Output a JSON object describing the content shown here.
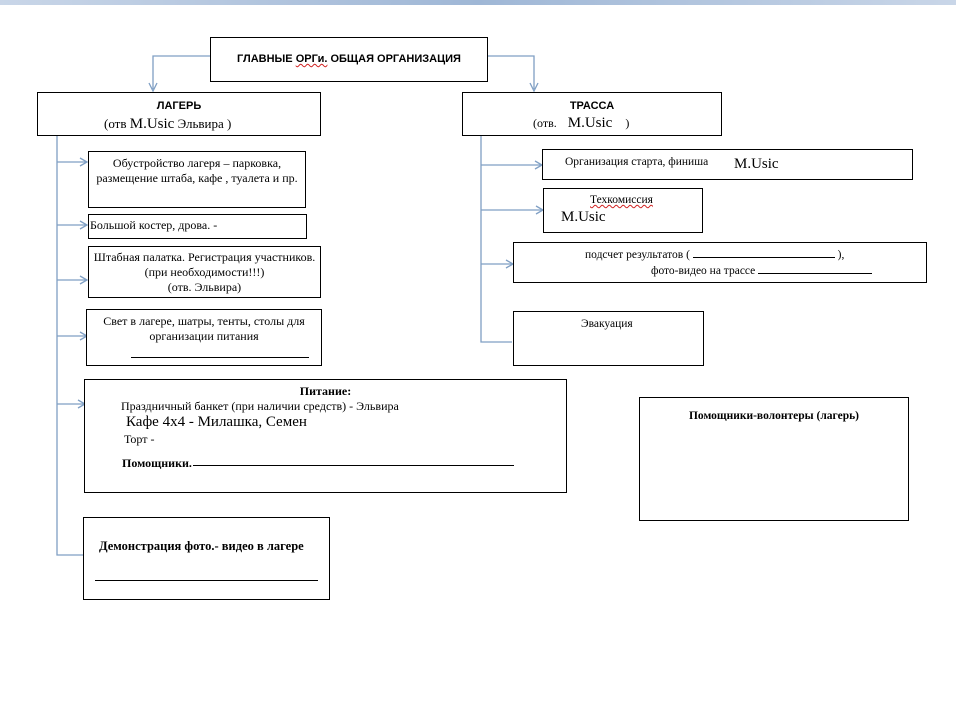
{
  "colors": {
    "connector": "#7f9fc4",
    "border": "#000000",
    "top_bar": "#9fb7d6"
  },
  "main": {
    "title_prefix": "ГЛАВНЫЕ ",
    "title_squiggle": "ОРГи.",
    "title_suffix": " ОБЩАЯ ОРГАНИЗАЦИЯ"
  },
  "camp": {
    "title": "ЛАГЕРЬ",
    "resp_open": "(отв",
    "resp_name": "M.Usic",
    "resp_rest": "Эльвира )",
    "items": {
      "setup": "Обустройство лагеря – парковка, размещение штаба, кафе , туалета и пр.",
      "bonfire": "Большой костер, дрова. -",
      "hq_tent_line1": "Штабная палатка. Регистрация участников.",
      "hq_tent_line2": "(при необходимости!!!)",
      "hq_tent_line3": "(отв. Эльвира)",
      "light": "Свет в лагере, шатры, тенты, столы для организации питания"
    },
    "food": {
      "title": "Питание:",
      "banquet": "Праздничный банкет (при наличии средств)   - Эльвира",
      "cafe": "Кафе 4х4 - Милашка, Семен",
      "cake": "Торт -",
      "helpers": "Помощники."
    },
    "demo": "Демонстрация фото.- видео в лагере"
  },
  "track": {
    "title": "ТРАССА",
    "resp_open": "(отв.",
    "resp_name": "M.Usic",
    "resp_close": ")",
    "items": {
      "start": "Организация старта, финиша",
      "start_name": "M.Usic",
      "tech": "Техкомиссия",
      "tech_name": "M.Usic",
      "results_prefix": "подсчет результатов (",
      "results_suffix": "),",
      "photo": "фото-видео на трассе",
      "evac": "Эвакуация"
    }
  },
  "volunteers": {
    "title": "Помощники-волонтеры (лагерь)"
  }
}
